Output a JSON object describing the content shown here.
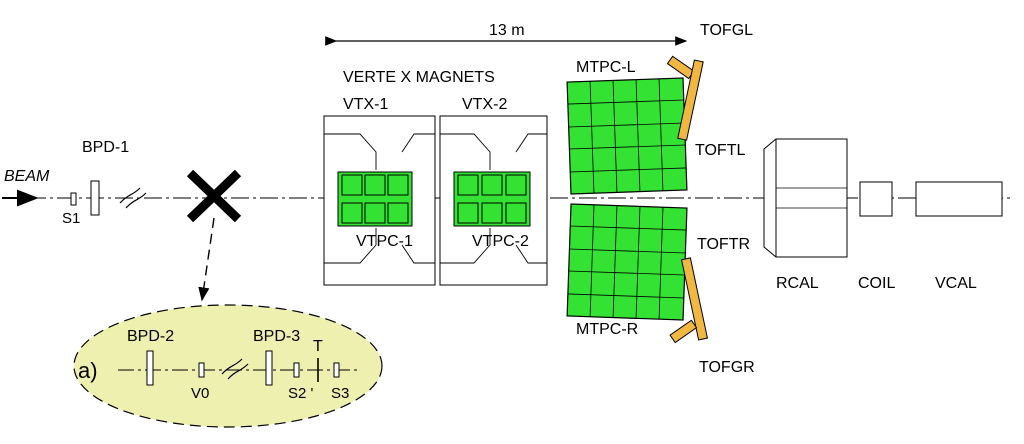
{
  "distance_label": "13 m",
  "beam_label": "BEAM",
  "beam_detectors": {
    "s1": "S1",
    "bpd1": "BPD-1"
  },
  "magnets": {
    "group_title": "VERTE X MAGNETS",
    "vtx1": "VTX-1",
    "vtx2": "VTX-2",
    "vtpc1": "VTPC-1",
    "vtpc2": "VTPC-2"
  },
  "main_tpcs": {
    "left": "MTPC-L",
    "right": "MTPC-R"
  },
  "tof": {
    "gl": "TOFGL",
    "tl": "TOFTL",
    "tr": "TOFTR",
    "gr": "TOFGR"
  },
  "calorimeters": {
    "rcal": "RCAL",
    "coil": "COIL",
    "vcal": "VCAL"
  },
  "inset": {
    "tag": "a)",
    "bpd2": "BPD-2",
    "bpd3": "BPD-3",
    "v0": "V0",
    "t": "T",
    "s2": "S2 '",
    "s3": "S3"
  },
  "colors": {
    "tpc_fill": "#33e233",
    "tof_fill": "#f0b840",
    "inset_fill": "#eef0b0",
    "line": "#000000"
  }
}
